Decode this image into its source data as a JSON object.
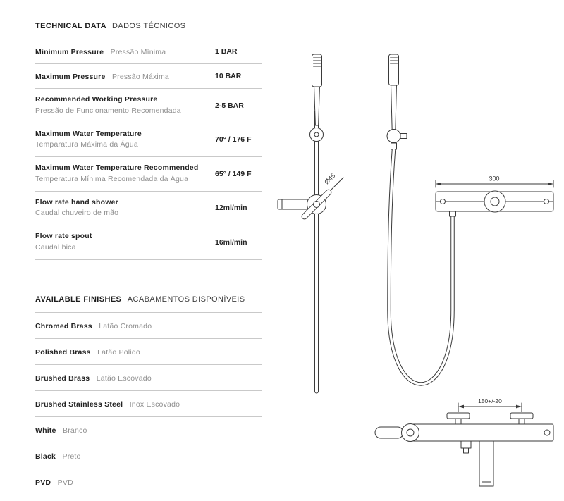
{
  "technical": {
    "title_en": "TECHNICAL DATA",
    "title_pt": "DADOS TÉCNICOS",
    "rows": [
      {
        "label_en": "Minimum Pressure",
        "label_pt": "Pressão Mínima",
        "value": "1 BAR"
      },
      {
        "label_en": "Maximum Pressure",
        "label_pt": "Pressão Máxima",
        "value": "10 BAR"
      },
      {
        "label_en": "Recommended Working Pressure",
        "label_pt": "Pressão de Funcionamento Recomendada",
        "value": "2-5 BAR"
      },
      {
        "label_en": "Maximum Water Temperature",
        "label_pt": "Temparatura Máxima da Água",
        "value": "70° / 176 F"
      },
      {
        "label_en": "Maximum Water Temperature Recommended",
        "label_pt": "Temperatura Mínima Recomendada da Água",
        "value": "65° / 149 F"
      },
      {
        "label_en": "Flow rate hand shower",
        "label_pt": "Caudal chuveiro de mão",
        "value": "12ml/min"
      },
      {
        "label_en": "Flow rate spout",
        "label_pt": "Caudal bica",
        "value": "16ml/min"
      }
    ]
  },
  "finishes": {
    "title_en": "AVAILABLE FINISHES",
    "title_pt": "ACABAMENTOS DISPONÍVEIS",
    "items": [
      {
        "label_en": "Chromed Brass",
        "label_pt": "Latão Cromado"
      },
      {
        "label_en": "Polished Brass",
        "label_pt": "Latão Polido"
      },
      {
        "label_en": "Brushed Brass",
        "label_pt": "Latão Escovado"
      },
      {
        "label_en": "Brushed Stainless Steel",
        "label_pt": "Inox Escovado"
      },
      {
        "label_en": "White",
        "label_pt": "Branco"
      },
      {
        "label_en": "Black",
        "label_pt": "Preto"
      },
      {
        "label_en": "PVD",
        "label_pt": "PVD"
      }
    ]
  },
  "drawings": {
    "front_view_diameter_label": "Ø45",
    "bar_width_label": "300",
    "inlet_spacing_label": "150+/-20",
    "line_color": "#3a3a3a"
  }
}
